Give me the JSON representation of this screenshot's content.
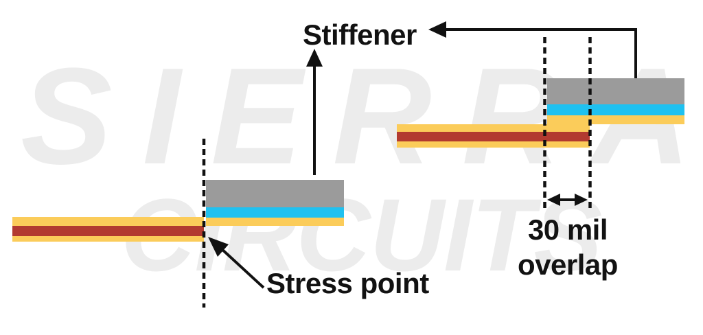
{
  "watermark": {
    "line1": "SIERRA",
    "line2": "CIRCUITS",
    "color": "#ececec"
  },
  "labels": {
    "stiffener": "Stiffener",
    "stress_point": "Stress point",
    "overlap_line1": "30 mil",
    "overlap_line2": "overlap"
  },
  "colors": {
    "stiffener_gray": "#9b9b9b",
    "adhesive_blue": "#1fc1f0",
    "coverlay_yellow": "#fbcc5a",
    "copper_red": "#b23a30",
    "line_black": "#111111",
    "background": "#ffffff"
  },
  "diagram": {
    "left": {
      "description": "flex strip butting against stiffener edge",
      "annotation": "Stress point"
    },
    "right": {
      "description": "flex strip overlapping under stiffener",
      "annotation": "30 mil overlap"
    }
  }
}
